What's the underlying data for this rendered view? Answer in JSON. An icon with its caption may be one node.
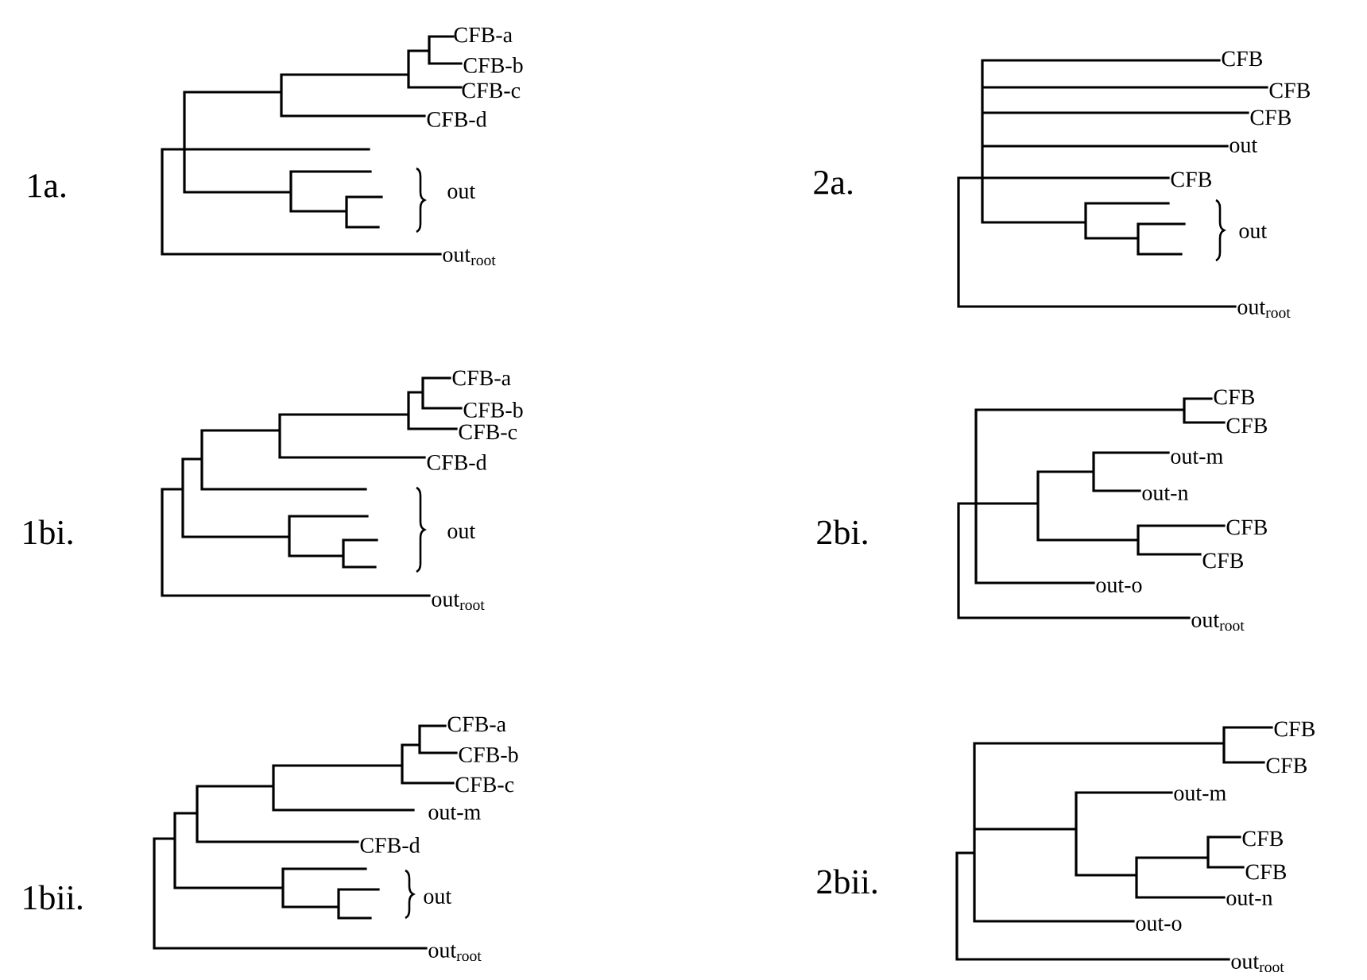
{
  "diagram": {
    "labels": [
      "1a.",
      "CFB-a",
      "CFB-b",
      "CFB-c",
      "CFB-d",
      "out",
      "out$_{root}$",
      "2a.",
      "CFB",
      "CFB",
      "CFB",
      "out",
      "CFB",
      "out",
      "out$_{root}$",
      "1bi.",
      "CFB-a",
      "CFB-b",
      "CFB-c",
      "CFB-d",
      "out",
      "out$_{root}$",
      "2bi.",
      "CFB",
      "CFB",
      "out-m",
      "out-n",
      "CFB",
      "CFB",
      "out-o",
      "out$_{root}$",
      "1bii.",
      "CFB-a",
      "CFB-b",
      "CFB-c",
      "out-m",
      "CFB-d",
      "out",
      "out$_{root}$",
      "2bii.",
      "CFB",
      "CFB",
      "out-m",
      "CFB",
      "CFB",
      "out-n",
      "out-o",
      "out$_{root}$"
    ]
  }
}
